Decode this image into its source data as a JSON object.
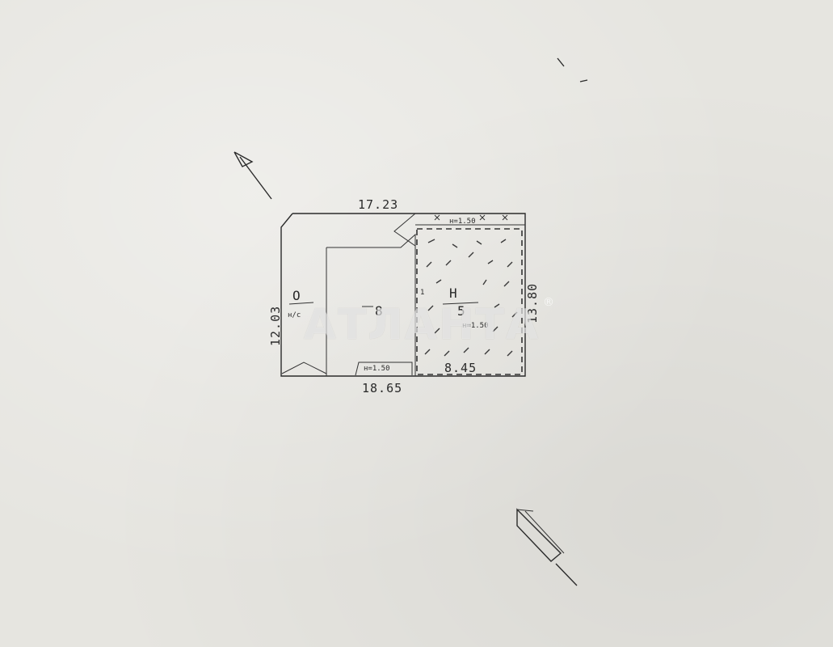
{
  "plan": {
    "dim_top": "17.23",
    "dim_bottom": "18.65",
    "dim_left": "12.03",
    "dim_right": "13.80",
    "dim_inner_bottom": "8.45",
    "room_o_letter": "О",
    "room_o_note": "н/с",
    "room_main_label": "8",
    "room_main_sub": "н=1.50",
    "room_h_letter": "Н",
    "room_h_number": "5",
    "room_h_sub": "н=1.50",
    "top_strip_label": "н=1.50",
    "side_mark": "1"
  },
  "watermark": {
    "text": "АТЛАНТА",
    "registered": "®"
  }
}
